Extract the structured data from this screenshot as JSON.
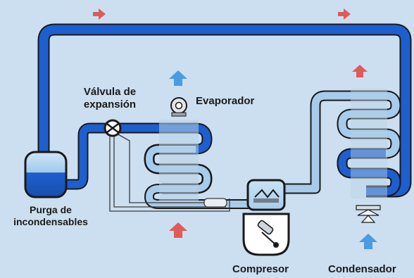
{
  "labels": {
    "valve_line1": "Válvula de",
    "valve_line2": "expansión",
    "evaporator": "Evaporador",
    "purge_line1": "Purga de",
    "purge_line2": "incondensables",
    "compressor": "Compresor",
    "condenser": "Condensador"
  },
  "colors": {
    "background": "#ccdff0",
    "liquid_pipe": "#1e5fcf",
    "vapor_pipe": "#a7cbea",
    "pipe_outline": "#1a1a1a",
    "heat_out_arrow": "#e05a5a",
    "cool_air_arrow": "#4a9be0"
  },
  "icons": [
    "heat-out-arrow",
    "cool-air-arrow",
    "fan-icon",
    "compressor-piston-icon",
    "valve-icon",
    "purge-tank-icon"
  ]
}
